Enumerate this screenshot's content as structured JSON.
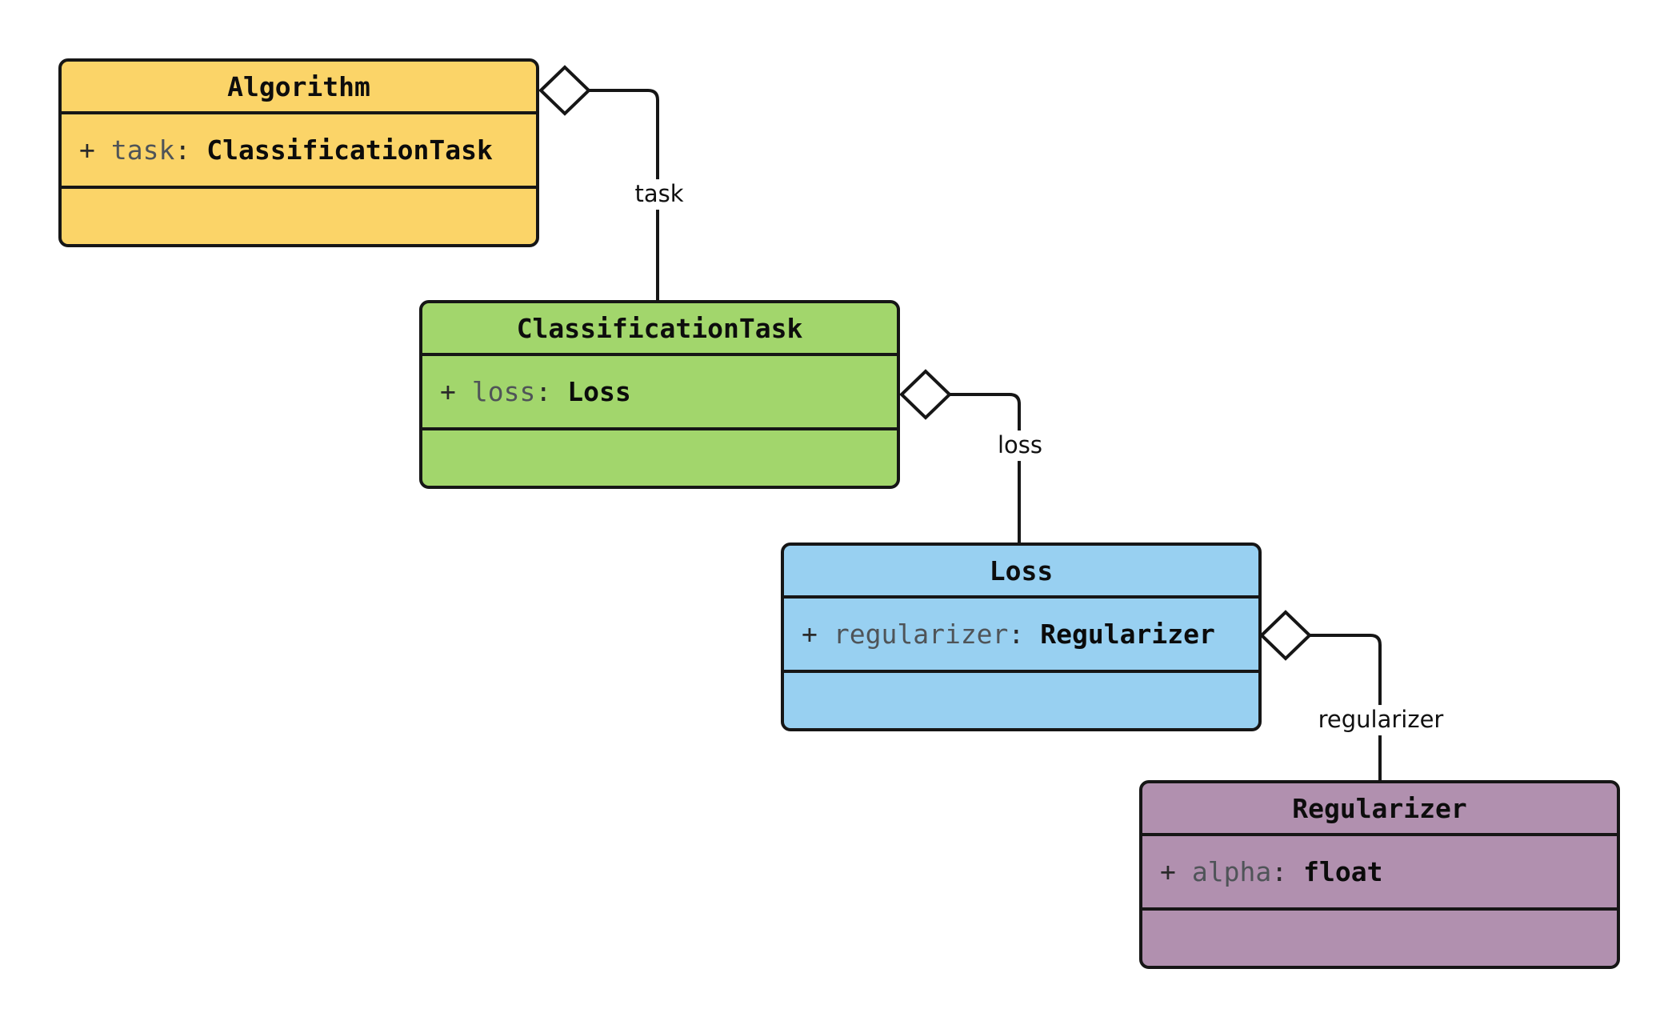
{
  "diagram": {
    "kind": "uml-class-diagram",
    "background": "#ffffff",
    "line_color": "#161616"
  },
  "classes": [
    {
      "title": "Algorithm",
      "fill": "#FBD468",
      "attribute": {
        "visibility": "+",
        "name": "task",
        "separator": ":",
        "type": "ClassificationTask"
      }
    },
    {
      "title": "ClassificationTask",
      "fill": "#A2D66C",
      "attribute": {
        "visibility": "+",
        "name": "loss",
        "separator": ":",
        "type": "Loss"
      }
    },
    {
      "title": "Loss",
      "fill": "#98D0F1",
      "attribute": {
        "visibility": "+",
        "name": "regularizer",
        "separator": ":",
        "type": "Regularizer"
      }
    },
    {
      "title": "Regularizer",
      "fill": "#B190AF",
      "attribute": {
        "visibility": "+",
        "name": "alpha",
        "separator": ":",
        "type": "float"
      }
    }
  ],
  "edges": [
    {
      "label": "task",
      "from": "Algorithm",
      "to": "ClassificationTask",
      "kind": "aggregation"
    },
    {
      "label": "loss",
      "from": "ClassificationTask",
      "to": "Loss",
      "kind": "aggregation"
    },
    {
      "label": "regularizer",
      "from": "Loss",
      "to": "Regularizer",
      "kind": "aggregation"
    }
  ]
}
